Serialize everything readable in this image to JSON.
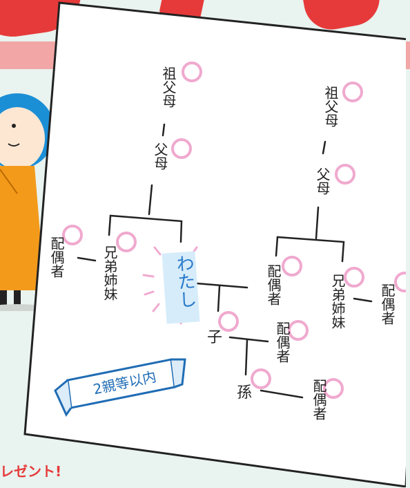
{
  "background": {
    "bottom_text": "レゼント!",
    "accent_color": "#e63a3a",
    "stripe_color": "#f2a6a6"
  },
  "tree": {
    "left_grandparents": "祖父母",
    "left_parents": "父母",
    "right_grandparents": "祖父母",
    "right_parents": "父母",
    "left_spouse": "配偶者",
    "left_siblings": "兄弟姉妹",
    "me": "わたし",
    "right_spouse": "配偶者",
    "right_siblings": "兄弟姉妹",
    "right_siblings_spouse": "配偶者",
    "child": "子",
    "child_spouse": "配偶者",
    "grandchild": "孫",
    "grandchild_spouse": "配偶者",
    "circle_color": "#f0a9cf",
    "highlight_color": "#d6ecfa",
    "me_text_color": "#2a7ac9"
  },
  "ribbon": {
    "label": "2親等以内",
    "color": "#1f6cb4"
  }
}
